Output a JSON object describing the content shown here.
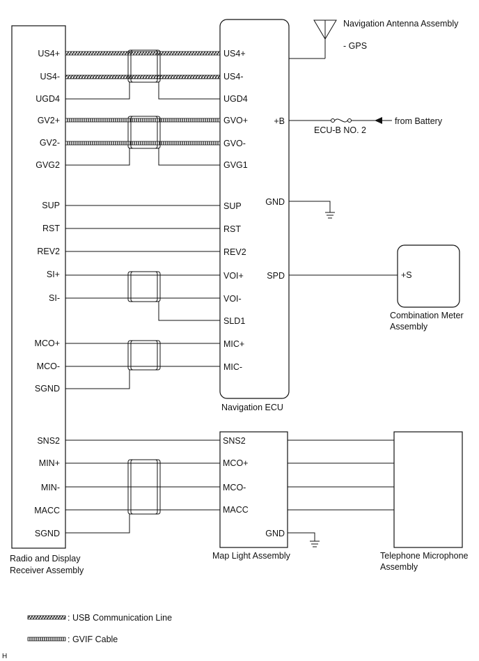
{
  "components": {
    "radio": {
      "label_line1": "Radio and Display",
      "label_line2": "Receiver Assembly"
    },
    "nav_ecu": {
      "label": "Navigation ECU"
    },
    "map_light": {
      "label": "Map Light Assembly"
    },
    "telephone_mic": {
      "label_line1": "Telephone Microphone",
      "label_line2": "Assembly"
    },
    "combination_meter": {
      "label_line1": "Combination Meter",
      "label_line2": "Assembly",
      "pin": "+S"
    },
    "antenna": {
      "label": "Navigation Antenna Assembly",
      "sublabel": "- GPS"
    },
    "fuse": {
      "label": "ECU-B NO. 2"
    },
    "battery": {
      "label": "from Battery"
    }
  },
  "radio_pins": [
    "US4+",
    "US4-",
    "UGD4",
    "GV2+",
    "GV2-",
    "GVG2",
    "SUP",
    "RST",
    "REV2",
    "SI+",
    "SI-",
    "MCO+",
    "MCO-",
    "SGND",
    "SNS2",
    "MIN+",
    "MIN-",
    "MACC",
    "SGND"
  ],
  "nav_ecu_left_pins": [
    "US4+",
    "US4-",
    "UGD4",
    "GVO+",
    "GVO-",
    "GVG1",
    "SUP",
    "RST",
    "REV2",
    "VOI+",
    "VOI-",
    "SLD1",
    "MIC+",
    "MIC-"
  ],
  "nav_ecu_right_pins": [
    "+B",
    "GND",
    "SPD"
  ],
  "map_light_pins": [
    "SNS2",
    "MCO+",
    "MCO-",
    "MACC",
    "GND"
  ],
  "legend": [
    {
      "label": ": USB Communication Line",
      "style": "usb"
    },
    {
      "label": ": GVIF Cable",
      "style": "gvif"
    }
  ],
  "corner_mark": "H",
  "colors": {
    "line": "#111111",
    "background": "#ffffff"
  }
}
